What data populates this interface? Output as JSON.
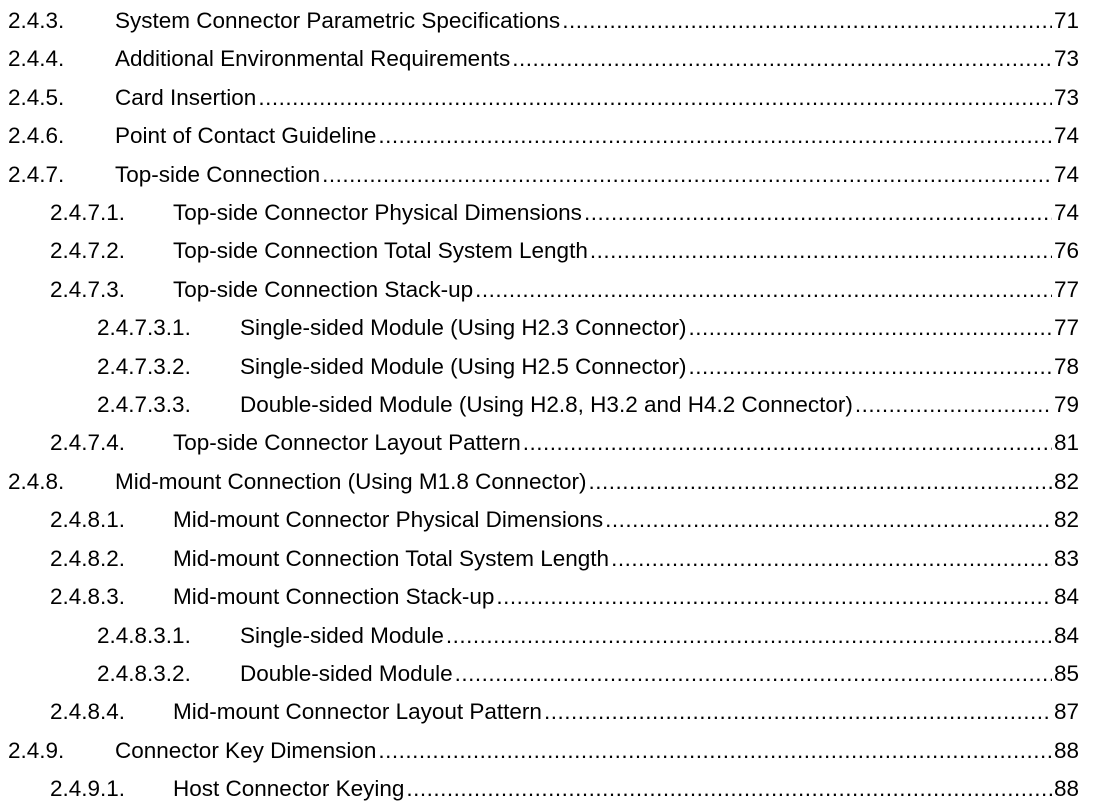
{
  "page": {
    "background_color": "#ffffff",
    "text_color": "#000000"
  },
  "toc": {
    "entries": [
      {
        "number": "2.4.3.",
        "title": "System Connector Parametric Specifications",
        "page": "71",
        "level": 1
      },
      {
        "number": "2.4.4.",
        "title": "Additional Environmental Requirements",
        "page": "73",
        "level": 1
      },
      {
        "number": "2.4.5.",
        "title": "Card Insertion",
        "page": "73",
        "level": 1
      },
      {
        "number": "2.4.6.",
        "title": "Point of Contact Guideline",
        "page": "74",
        "level": 1
      },
      {
        "number": "2.4.7.",
        "title": "Top-side Connection",
        "page": "74",
        "level": 1
      },
      {
        "number": "2.4.7.1.",
        "title": "Top-side Connector Physical Dimensions",
        "page": "74",
        "level": 2
      },
      {
        "number": "2.4.7.2.",
        "title": "Top-side Connection Total System Length",
        "page": "76",
        "level": 2
      },
      {
        "number": "2.4.7.3.",
        "title": "Top-side Connection Stack-up",
        "page": "77",
        "level": 2
      },
      {
        "number": "2.4.7.3.1.",
        "title": "Single-sided Module (Using H2.3 Connector)",
        "page": "77",
        "level": 3
      },
      {
        "number": "2.4.7.3.2.",
        "title": "Single-sided Module (Using H2.5 Connector)",
        "page": "78",
        "level": 3
      },
      {
        "number": "2.4.7.3.3.",
        "title": "Double-sided Module (Using H2.8, H3.2 and H4.2 Connector)",
        "page": "79",
        "level": 3
      },
      {
        "number": "2.4.7.4.",
        "title": "Top-side Connector Layout Pattern",
        "page": "81",
        "level": 2
      },
      {
        "number": "2.4.8.",
        "title": "Mid-mount Connection (Using M1.8 Connector)",
        "page": "82",
        "level": 1
      },
      {
        "number": "2.4.8.1.",
        "title": "Mid-mount Connector Physical Dimensions",
        "page": "82",
        "level": 2
      },
      {
        "number": "2.4.8.2.",
        "title": "Mid-mount Connection Total System Length",
        "page": "83",
        "level": 2
      },
      {
        "number": "2.4.8.3.",
        "title": "Mid-mount Connection Stack-up",
        "page": "84",
        "level": 2
      },
      {
        "number": "2.4.8.3.1.",
        "title": "Single-sided Module",
        "page": "84",
        "level": 3
      },
      {
        "number": "2.4.8.3.2.",
        "title": "Double-sided Module",
        "page": "85",
        "level": 3
      },
      {
        "number": "2.4.8.4.",
        "title": "Mid-mount Connector Layout Pattern",
        "page": "87",
        "level": 2
      },
      {
        "number": "2.4.9.",
        "title": "Connector Key Dimension",
        "page": "88",
        "level": 1
      },
      {
        "number": "2.4.9.1.",
        "title": "Host Connector Keying",
        "page": "88",
        "level": 2
      }
    ]
  }
}
